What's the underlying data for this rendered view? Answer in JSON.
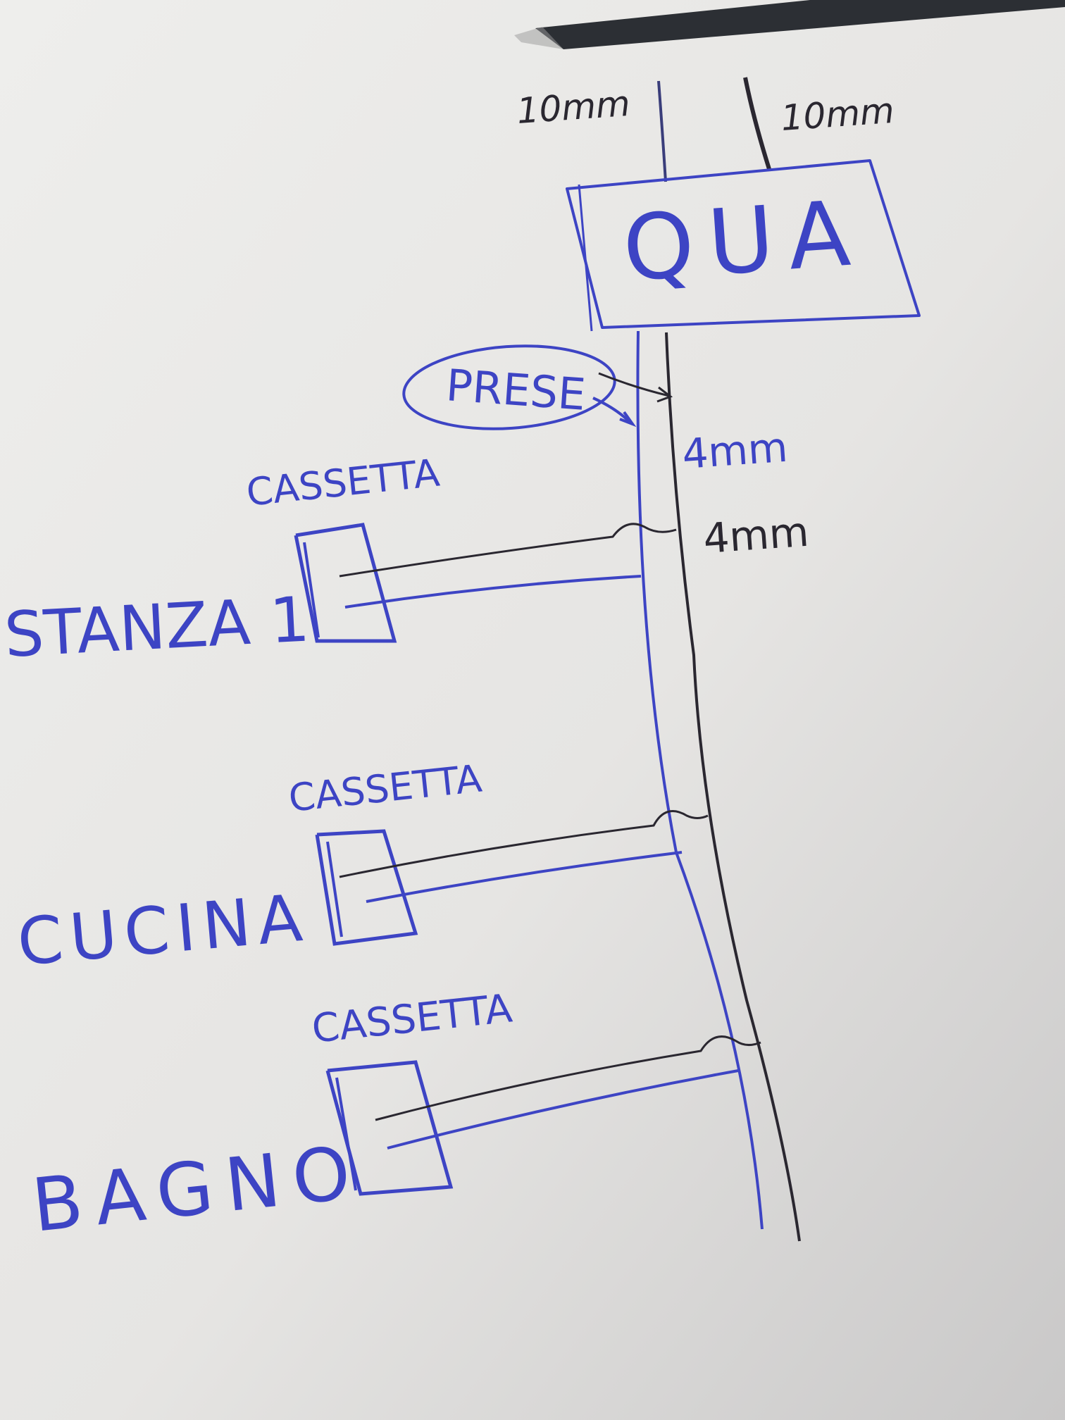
{
  "labels": {
    "main_box": "QUA",
    "prese": "PRESE",
    "top_left_size": "10mm",
    "top_right_size": "10mm",
    "right_size_1": "4mm",
    "right_size_2": "4mm",
    "junction_1": "CASSETTA",
    "junction_2": "CASSETTA",
    "junction_3": "CASSETTA",
    "room_1": "STANZA 1",
    "room_2": "CUCINA",
    "room_3": "BAGNO"
  },
  "colors": {
    "blue_ink": "#3d44c4",
    "dark_ink": "#2a2730",
    "paper": "#ebeae8"
  }
}
